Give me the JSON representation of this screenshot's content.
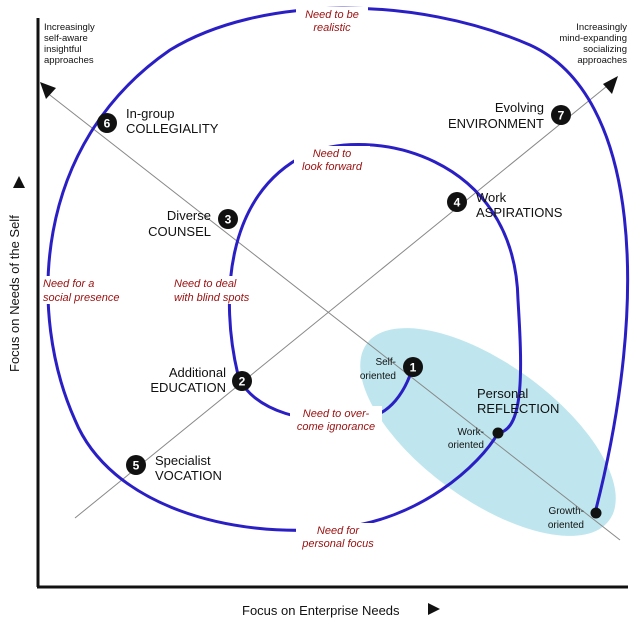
{
  "axes": {
    "x_label": "Focus on Enterprise Needs",
    "y_label": "Focus on Needs of the Self"
  },
  "corners": {
    "top_left": [
      "Increasingly",
      "self-aware",
      "insightful",
      "approaches"
    ],
    "top_right": [
      "Increasingly",
      "mind-expanding",
      "socializing",
      "approaches"
    ]
  },
  "stages": [
    {
      "number": "1",
      "line1": "Self-",
      "line2": "oriented"
    },
    {
      "number": "2",
      "line1": "Additional",
      "line2": "EDUCATION"
    },
    {
      "number": "3",
      "line1": "Diverse",
      "line2": "COUNSEL"
    },
    {
      "number": "4",
      "line1": "Work",
      "line2": "ASPIRATIONS"
    },
    {
      "number": "5",
      "line1": "Specialist",
      "line2": "VOCATION"
    },
    {
      "number": "6",
      "line1": "In-group",
      "line2": "COLLEGIALITY"
    },
    {
      "number": "7",
      "line1": "Evolving",
      "line2": "ENVIRONMENT"
    }
  ],
  "reflection": {
    "title1": "Personal",
    "title2": "REFLECTION",
    "work": [
      "Work-",
      "oriented"
    ],
    "growth": [
      "Growth-",
      "oriented"
    ]
  },
  "needs": {
    "realistic": [
      "Need to be",
      "realistic"
    ],
    "look_forward": [
      "Need to",
      "look forward"
    ],
    "social": [
      "Need for a",
      "social presence"
    ],
    "blind": [
      "Need to deal",
      "with blind spots"
    ],
    "ignorance": [
      "Need to over-",
      "come ignorance"
    ],
    "personal": [
      "Need for",
      "personal focus"
    ]
  },
  "colors": {
    "spiral": "#2a1fc4",
    "need_text": "#9a1010",
    "ellipse": "#bfe6ee",
    "marker": "#111111"
  }
}
